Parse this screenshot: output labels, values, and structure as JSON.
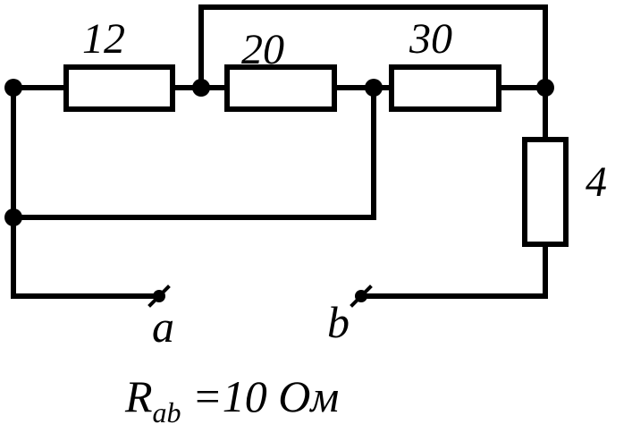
{
  "resistors": {
    "r12": {
      "value": "12"
    },
    "r20": {
      "value": "20"
    },
    "r30": {
      "value": "30"
    },
    "r4": {
      "value": "4"
    }
  },
  "terminals": {
    "a": "a",
    "b": "b"
  },
  "result": {
    "symbol": "R",
    "subscript": "ab",
    "equals_value": "=10 Ом"
  }
}
